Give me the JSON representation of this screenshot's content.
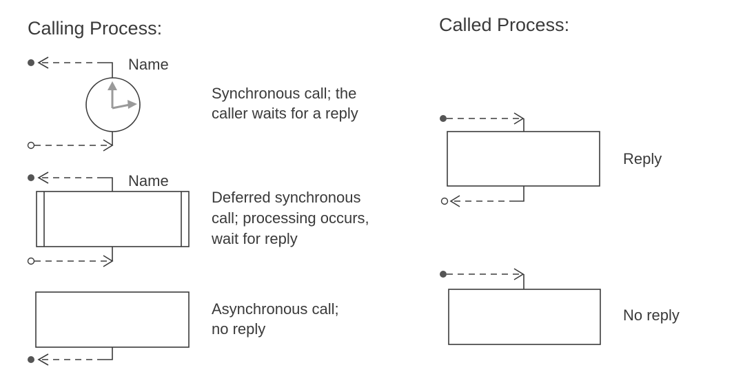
{
  "calling_process": {
    "title": "Calling Process:",
    "synchronous": {
      "name_label": "Name",
      "description": [
        "Synchronous call; the",
        "caller waits for a reply"
      ]
    },
    "deferred_synchronous": {
      "name_label": "Name",
      "description": [
        "Deferred synchronous",
        "call; processing occurs,",
        "wait for reply"
      ]
    },
    "asynchronous": {
      "description": [
        "Asynchronous call;",
        "no reply"
      ]
    }
  },
  "called_process": {
    "title": "Called Process:",
    "reply": {
      "description": "Reply"
    },
    "no_reply": {
      "description": "No reply"
    }
  }
}
